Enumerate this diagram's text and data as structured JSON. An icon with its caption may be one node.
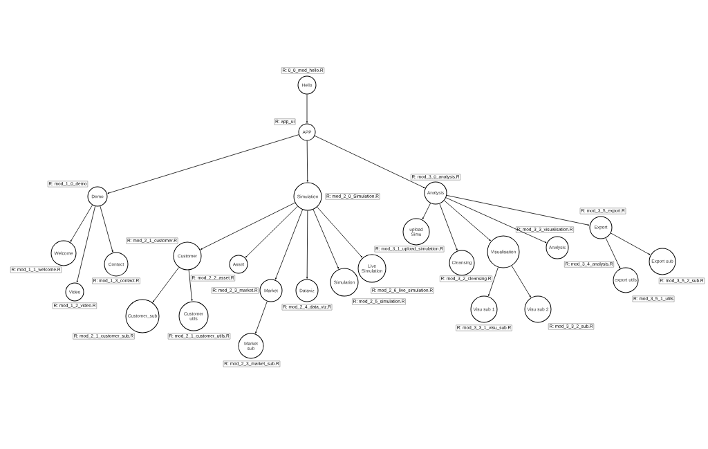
{
  "diagram": {
    "nodes": [
      {
        "text": [
          "Hello"
        ],
        "beside": [
          "R: 0_0_mod_hello.R"
        ]
      },
      {
        "text": [
          "APP"
        ],
        "beside": [
          "R: app_ui"
        ]
      },
      {
        "text": [
          "Demo"
        ],
        "beside": [
          "R: mod_1_0_demo"
        ]
      },
      {
        "text": [
          "Welcome"
        ],
        "beside": [
          "R: mod_1_1_welcome.R"
        ]
      },
      {
        "text": [
          "Video"
        ],
        "beside": [
          "R: mod_1_2_video.R"
        ]
      },
      {
        "text": [
          "Contact"
        ],
        "beside": [
          "R: mod_1_3_contact.R"
        ]
      },
      {
        "text": [
          "Simulation"
        ],
        "beside": [
          "R: mod_2_0_Simulation.R"
        ]
      },
      {
        "text": [
          "Customer"
        ],
        "beside": [
          "R: mod_2_1_customer.R"
        ]
      },
      {
        "text": [
          "Customer_sub"
        ],
        "beside": [
          "R: mod_2_1_customer_sub.R"
        ]
      },
      {
        "text": [
          "Customer utils"
        ],
        "beside": [
          "R: mod_2_1_customer_utils.R"
        ]
      },
      {
        "text": [
          "Asset"
        ],
        "beside": [
          "R: mod_2_2_asset.R"
        ]
      },
      {
        "text": [
          "Market"
        ],
        "beside": [
          "R: mod_2_3_market.R"
        ]
      },
      {
        "text": [
          "Market sub"
        ],
        "beside": [
          "R: mod_2_3_market_sub.R"
        ]
      },
      {
        "text": [
          "Dataviz"
        ],
        "beside": [
          "R: mod_2_4_data_viz.R"
        ]
      },
      {
        "text": [
          "Simulation"
        ],
        "beside": [
          "R: mod_2_5_simulation.R"
        ]
      },
      {
        "text": [
          "Live Simulation"
        ],
        "beside": [
          "R: mod_2_6_live_simulation.R"
        ]
      },
      {
        "text": [
          "Analysis"
        ],
        "beside": [
          "R: mod_3_0_analysis.R"
        ]
      },
      {
        "text": [
          "upload Simu"
        ],
        "beside": [
          "R: mod_3_1_upload_simulation.R"
        ]
      },
      {
        "text": [
          "Cleansing"
        ],
        "beside": [
          "R: mod_3_2_cleansing.R"
        ]
      },
      {
        "text": [
          "Visualisation"
        ],
        "beside": [
          "R: mod_3_3_visualisation.R"
        ]
      },
      {
        "text": [
          "Visu sub 1"
        ],
        "beside": [
          "R: mod_3_3_1_visu_sub.R"
        ]
      },
      {
        "text": [
          "Visu sub 2"
        ],
        "beside": [
          "R: mod_3_3_2_sub.R"
        ]
      },
      {
        "text": [
          "Analysis"
        ],
        "beside": [
          "R: mod_3_4_analysis.R"
        ]
      },
      {
        "text": [
          "Export"
        ],
        "beside": [
          "R: mod_3_5_export.R"
        ]
      },
      {
        "text": [
          "export utils"
        ],
        "beside": [
          "R: mod_3_5_1_utils"
        ]
      },
      {
        "text": [
          "Export sub"
        ],
        "beside": [
          "R: mod_3_5_2_sub.R"
        ]
      }
    ],
    "edges": [
      {
        "from": 0,
        "to": 1,
        "arrow": "to"
      },
      {
        "from": 1,
        "to": 2,
        "arrow": "to"
      },
      {
        "from": 1,
        "to": 6,
        "arrow": "to"
      },
      {
        "from": 1,
        "to": 16,
        "arrow": "to"
      },
      {
        "from": 2,
        "to": 3,
        "arrow": "to"
      },
      {
        "from": 2,
        "to": 4,
        "arrow": "to"
      },
      {
        "from": 2,
        "to": 5,
        "arrow": "to"
      },
      {
        "from": 6,
        "to": 7,
        "arrow": "to"
      },
      {
        "from": 7,
        "to": 8,
        "arrow": "to"
      },
      {
        "from": 7,
        "to": 9,
        "arrow": "to"
      },
      {
        "from": 6,
        "to": 10,
        "arrow": "to"
      },
      {
        "from": 6,
        "to": 11,
        "arrow": "to"
      },
      {
        "from": 11,
        "to": 12,
        "arrow": "to"
      },
      {
        "from": 6,
        "to": 13,
        "arrow": "to"
      },
      {
        "from": 6,
        "to": 14,
        "arrow": "to"
      },
      {
        "from": 6,
        "to": 15,
        "arrow": "to"
      },
      {
        "from": 16,
        "to": 17,
        "arrow": "to"
      },
      {
        "from": 16,
        "to": 18,
        "arrow": "to"
      },
      {
        "from": 16,
        "to": 19,
        "arrow": "to"
      },
      {
        "from": 19,
        "to": 20,
        "arrow": "to"
      },
      {
        "from": 19,
        "to": 21,
        "arrow": "to"
      },
      {
        "from": 16,
        "to": 22,
        "arrow": "to"
      },
      {
        "from": 16,
        "to": 23,
        "arrow": "to"
      },
      {
        "from": 23,
        "to": 24,
        "arrow": "to"
      },
      {
        "from": 23,
        "to": 25,
        "arrow": "to"
      }
    ]
  }
}
